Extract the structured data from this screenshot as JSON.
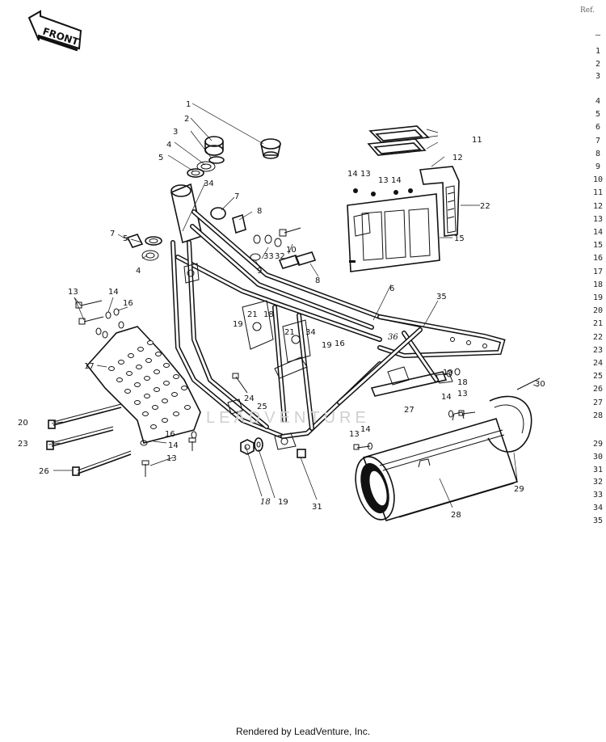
{
  "diagram": {
    "front_label": "FRONT",
    "corner_mark": "Ref.",
    "watermark": "LEADVENTURE",
    "callouts": {
      "c1": "1",
      "c2": "2",
      "c3": "3",
      "c4a": "4",
      "c5a": "5",
      "c34a": "34",
      "c7a": "7",
      "c8a": "8",
      "c5b": "5",
      "c7b": "7",
      "c4b": "4",
      "c33": "33",
      "c32": "32",
      "c10": "10",
      "c9": "9",
      "c8b": "8",
      "c11": "11",
      "c12": "12",
      "c14a": "14",
      "c13a": "13",
      "c13b": "13",
      "c14b": "14",
      "c22": "22",
      "c15": "15",
      "c6": "6",
      "c35": "35",
      "c13c": "13",
      "c14c": "14",
      "c16a": "16",
      "c17": "17",
      "c21a": "21",
      "c18a": "18",
      "c19a": "19",
      "c21b": "21",
      "c34b": "34",
      "c19b": "19",
      "c16b": "16",
      "c36": "36",
      "c19c": "19",
      "c18b": "18",
      "c14d": "14",
      "c13d": "13",
      "c30": "30",
      "c20": "20",
      "c23": "23",
      "c26": "26",
      "c16c": "16",
      "c14e": "14",
      "c13e": "13",
      "c24": "24",
      "c25": "25",
      "c27": "27",
      "c13f": "13",
      "c14f": "14",
      "c18c": "18",
      "c19d": "19",
      "c31": "31",
      "c28": "28",
      "c29": "29"
    }
  },
  "ref_numbers": [
    "1",
    "2",
    "3",
    "4",
    "5",
    "6",
    "7",
    "8",
    "9",
    "10",
    "11",
    "12",
    "13",
    "14",
    "15",
    "16",
    "17",
    "18",
    "19",
    "20",
    "21",
    "22",
    "23",
    "24",
    "25",
    "26",
    "27",
    "28",
    "29",
    "30",
    "31",
    "32",
    "33",
    "34",
    "35"
  ],
  "footer": "Rendered by LeadVenture, Inc."
}
